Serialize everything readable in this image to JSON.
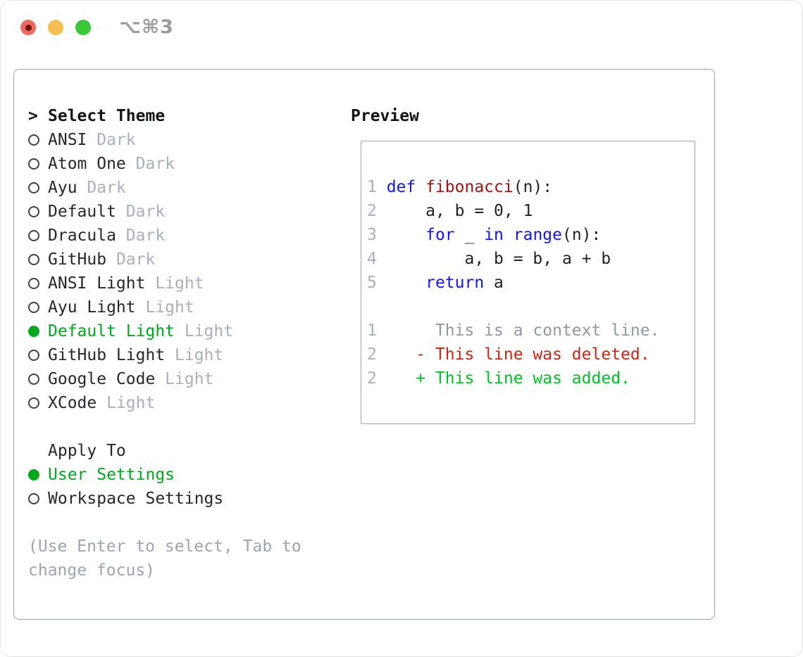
{
  "window": {
    "title": "⌥⌘3",
    "traffic_lights": [
      "close",
      "minimize",
      "zoom"
    ]
  },
  "colors": {
    "selected_green": "#00a81e",
    "added_green": "#00c226",
    "deleted_red": "#cb2616",
    "keyword_blue": "#1414ee",
    "function_red": "#a31212",
    "muted_gray": "#a7b0bc",
    "hint_gray": "#9aa4b2",
    "border_gray": "#9aa3af",
    "text_dark": "#24282e"
  },
  "sidebar": {
    "header": {
      "prefix": ">",
      "label": "Select Theme"
    },
    "themes": [
      {
        "label": "ANSI",
        "tag": "Dark",
        "selected": false
      },
      {
        "label": "Atom One",
        "tag": "Dark",
        "selected": false
      },
      {
        "label": "Ayu",
        "tag": "Dark",
        "selected": false
      },
      {
        "label": "Default",
        "tag": "Dark",
        "selected": false
      },
      {
        "label": "Dracula",
        "tag": "Dark",
        "selected": false
      },
      {
        "label": "GitHub",
        "tag": "Dark",
        "selected": false
      },
      {
        "label": "ANSI Light",
        "tag": "Light",
        "selected": false
      },
      {
        "label": "Ayu Light",
        "tag": "Light",
        "selected": false
      },
      {
        "label": "Default Light",
        "tag": "Light",
        "selected": true
      },
      {
        "label": "GitHub Light",
        "tag": "Light",
        "selected": false
      },
      {
        "label": "Google Code",
        "tag": "Light",
        "selected": false
      },
      {
        "label": "XCode",
        "tag": "Light",
        "selected": false
      }
    ],
    "apply_to": {
      "label": "Apply To",
      "options": [
        {
          "label": "User Settings",
          "selected": true
        },
        {
          "label": "Workspace Settings",
          "selected": false
        }
      ]
    },
    "hint_lines": [
      "(Use Enter to select, Tab to",
      "change focus)"
    ]
  },
  "preview": {
    "title": "Preview",
    "code_lines": [
      {
        "num": "1",
        "seg": [
          {
            "c": "kw",
            "t": "def "
          },
          {
            "c": "fn",
            "t": "fibonacci"
          },
          {
            "c": "pl",
            "t": "(n):"
          }
        ]
      },
      {
        "num": "2",
        "seg": [
          {
            "c": "pl",
            "t": "    a, b = 0, 1"
          }
        ]
      },
      {
        "num": "3",
        "seg": [
          {
            "c": "pl",
            "t": "    "
          },
          {
            "c": "kw",
            "t": "for"
          },
          {
            "c": "pl",
            "t": " _ "
          },
          {
            "c": "kw",
            "t": "in"
          },
          {
            "c": "pl",
            "t": " "
          },
          {
            "c": "kw",
            "t": "range"
          },
          {
            "c": "pl",
            "t": "(n):"
          }
        ]
      },
      {
        "num": "4",
        "seg": [
          {
            "c": "pl",
            "t": "        a, b = b, a + b"
          }
        ]
      },
      {
        "num": "5",
        "seg": [
          {
            "c": "pl",
            "t": "    "
          },
          {
            "c": "kw",
            "t": "return"
          },
          {
            "c": "pl",
            "t": " a"
          }
        ]
      }
    ],
    "diff_lines": [
      {
        "num": "1",
        "cls": "ctx",
        "text": "     This is a context line."
      },
      {
        "num": "2",
        "cls": "del",
        "text": "   - This line was deleted."
      },
      {
        "num": "2",
        "cls": "add",
        "text": "   + This line was added."
      }
    ]
  }
}
